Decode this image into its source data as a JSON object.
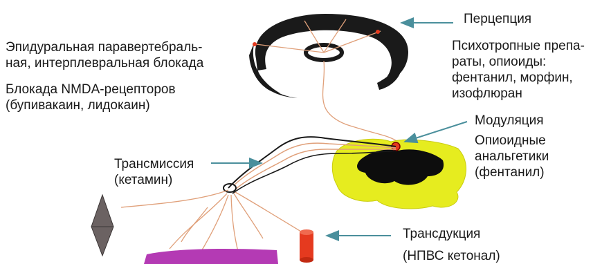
{
  "labels": {
    "perception": "Перцепция",
    "psychotropic": "Психотропные препа-\nраты, опиоиды:\nфентанил, морфин,\nизофлюран",
    "epidural": "Эпидуральная паравертебраль-\nная, интерплевральная блокада",
    "nmda": "Блокада NMDA-рецепторов\n(бупивакаин, лидокаин)",
    "modulation": "Модуляция",
    "opioid_analgesics": "Опиоидные\nанальгетики\n(фентанил)",
    "transmission": "Трансмиссия\n(кетамин)",
    "transduction": "Трансдукция",
    "nsaid": "(НПВС кетонал)"
  },
  "colors": {
    "arrow": "#4a8f9c",
    "brain": "#1a1a1a",
    "nerve": "#e0a07a",
    "spinal_cord": "#e6ec1f",
    "gray_matter": "#0d0d0d",
    "receptor_red": "#e53a1f",
    "skin_purple": "#b43ab4",
    "crystal_gray": "#6b6262"
  }
}
